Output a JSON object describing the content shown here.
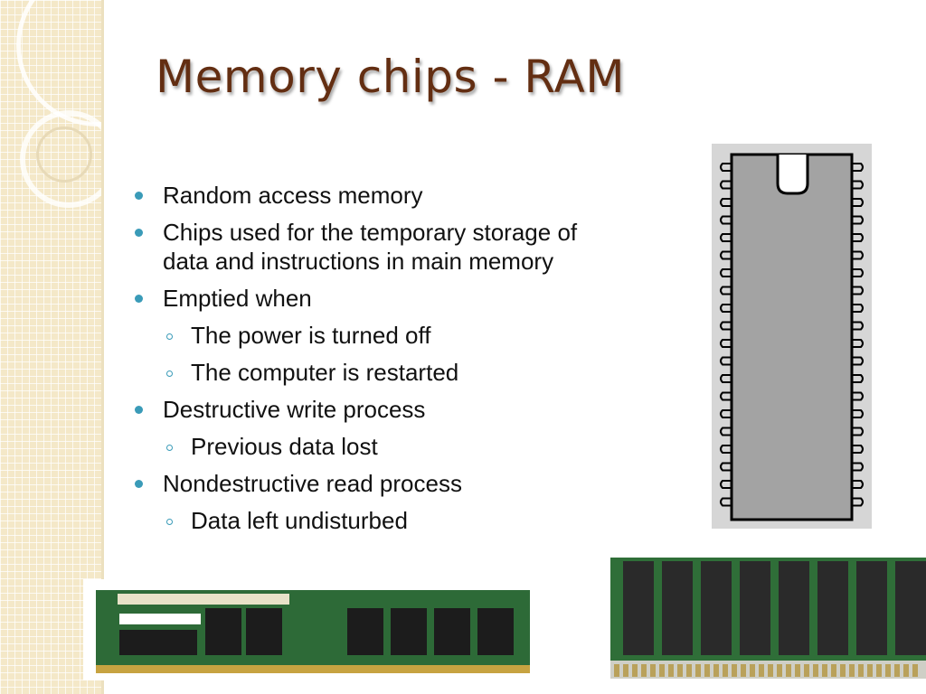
{
  "slide": {
    "title": "Memory chips - RAM",
    "bullets": [
      {
        "level": 1,
        "text": "Random access memory"
      },
      {
        "level": 1,
        "text": "Chips used for the temporary storage of data and instructions in main memory"
      },
      {
        "level": 1,
        "text": "Emptied when"
      },
      {
        "level": 2,
        "text": "The power is turned off"
      },
      {
        "level": 2,
        "text": "The computer is restarted"
      },
      {
        "level": 1,
        "text": "Destructive write process"
      },
      {
        "level": 2,
        "text": "Previous data lost"
      },
      {
        "level": 1,
        "text": "Nondestructive read process"
      },
      {
        "level": 2,
        "text": "Data left undisturbed"
      }
    ]
  },
  "colors": {
    "title": "#632e12",
    "bullet": "#3a9bb8",
    "side_strip": "#f4e8c8",
    "pcb_green": "#2f6e38",
    "chip_gray": "#a3a3a3"
  },
  "images": {
    "chip_diagram": "dip-chip-diagram",
    "ram_stick": "ram-module-photo",
    "ram_closeup": "ram-module-closeup-photo"
  }
}
